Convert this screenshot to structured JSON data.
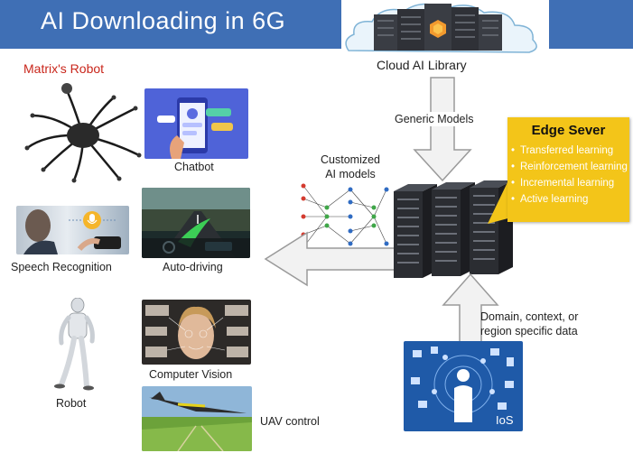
{
  "title": "AI Downloading in 6G",
  "cloud_label": "Cloud AI Library",
  "generic_models_label": "Generic Models",
  "customized_label_1": "Customized",
  "customized_label_2": "AI models",
  "edge": {
    "title": "Edge Sever",
    "items": [
      "Transferred learning",
      "Reinforcement learning",
      "Incremental learning",
      "Active learning"
    ]
  },
  "domain_label_1": "Domain, context, or",
  "domain_label_2": "region specific data",
  "ios_label": "IoS",
  "apps": {
    "matrix_robot": "Matrix's Robot",
    "chatbot": "Chatbot",
    "speech": "Speech Recognition",
    "autodriving": "Auto-driving",
    "robot": "Robot",
    "vision": "Computer Vision",
    "uav": "UAV control"
  },
  "colors": {
    "title_bar": "#3f6fb5",
    "edge_box": "#f3c519",
    "arrow_fill": "#f2f2f2",
    "arrow_stroke": "#9a9a9a",
    "ios_bg": "#1f5aa8"
  }
}
